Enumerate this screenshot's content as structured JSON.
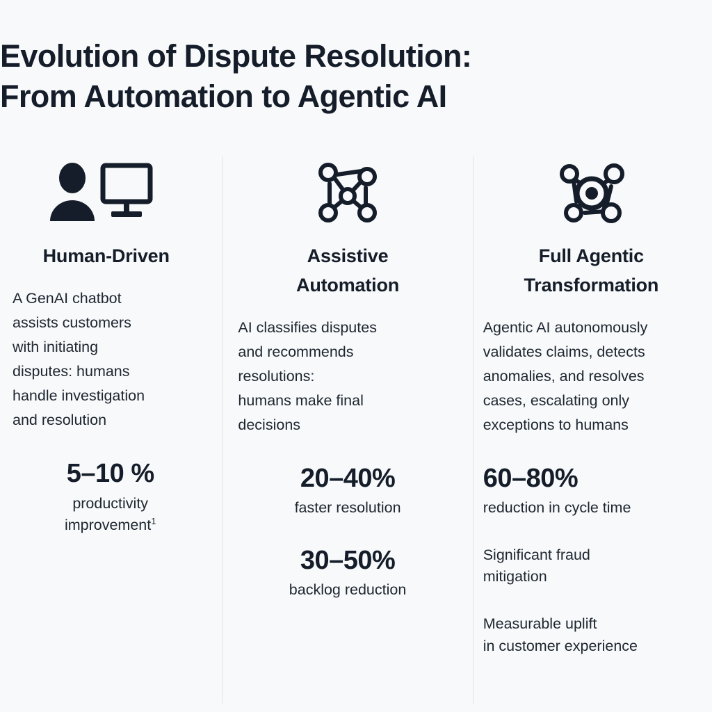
{
  "title": {
    "line1": "Evolution of Dispute Resolution:",
    "line2": "From Automation to Agentic AI"
  },
  "colors": {
    "background": "#f8f9fa",
    "text": "#141d29",
    "body_text": "#1d2630",
    "divider": "#dfe2e5"
  },
  "columns": [
    {
      "icon": "person-with-monitor-icon",
      "heading_line1": "Human-Driven",
      "heading_line2": "",
      "body": [
        "A GenAI chatbot",
        "assists customers",
        "with initiating",
        "disputes: humans",
        "handle investigation",
        "and resolution"
      ],
      "stats": [
        {
          "value": "5–10 %",
          "label_line1": "productivity",
          "label_line2": "improvement",
          "footnote_marker": "1"
        }
      ],
      "notes": []
    },
    {
      "icon": "network-nodes-icon",
      "heading_line1": "Assistive",
      "heading_line2": "Automation",
      "body": [
        "AI classifies disputes",
        "and recommends",
        "resolutions:",
        "humans make final",
        "decisions"
      ],
      "stats": [
        {
          "value": "20–40%",
          "label_line1": "faster resolution",
          "label_line2": "",
          "footnote_marker": ""
        },
        {
          "value": "30–50%",
          "label_line1": "backlog reduction",
          "label_line2": "",
          "footnote_marker": ""
        }
      ],
      "notes": []
    },
    {
      "icon": "agentic-hub-network-icon",
      "heading_line1": "Full Agentic",
      "heading_line2": "Transformation",
      "body": [
        "Agentic AI autonomously",
        "validates claims, detects",
        "anomalies, and resolves",
        "cases, escalating only",
        "exceptions to humans"
      ],
      "stats": [
        {
          "value": "60–80%",
          "label_line1": "reduction in cycle time",
          "label_line2": "",
          "footnote_marker": ""
        }
      ],
      "notes": [
        {
          "line1": "Significant fraud",
          "line2": "mitigation"
        },
        {
          "line1": "Measurable uplift",
          "line2": "in customer experience"
        }
      ]
    }
  ]
}
